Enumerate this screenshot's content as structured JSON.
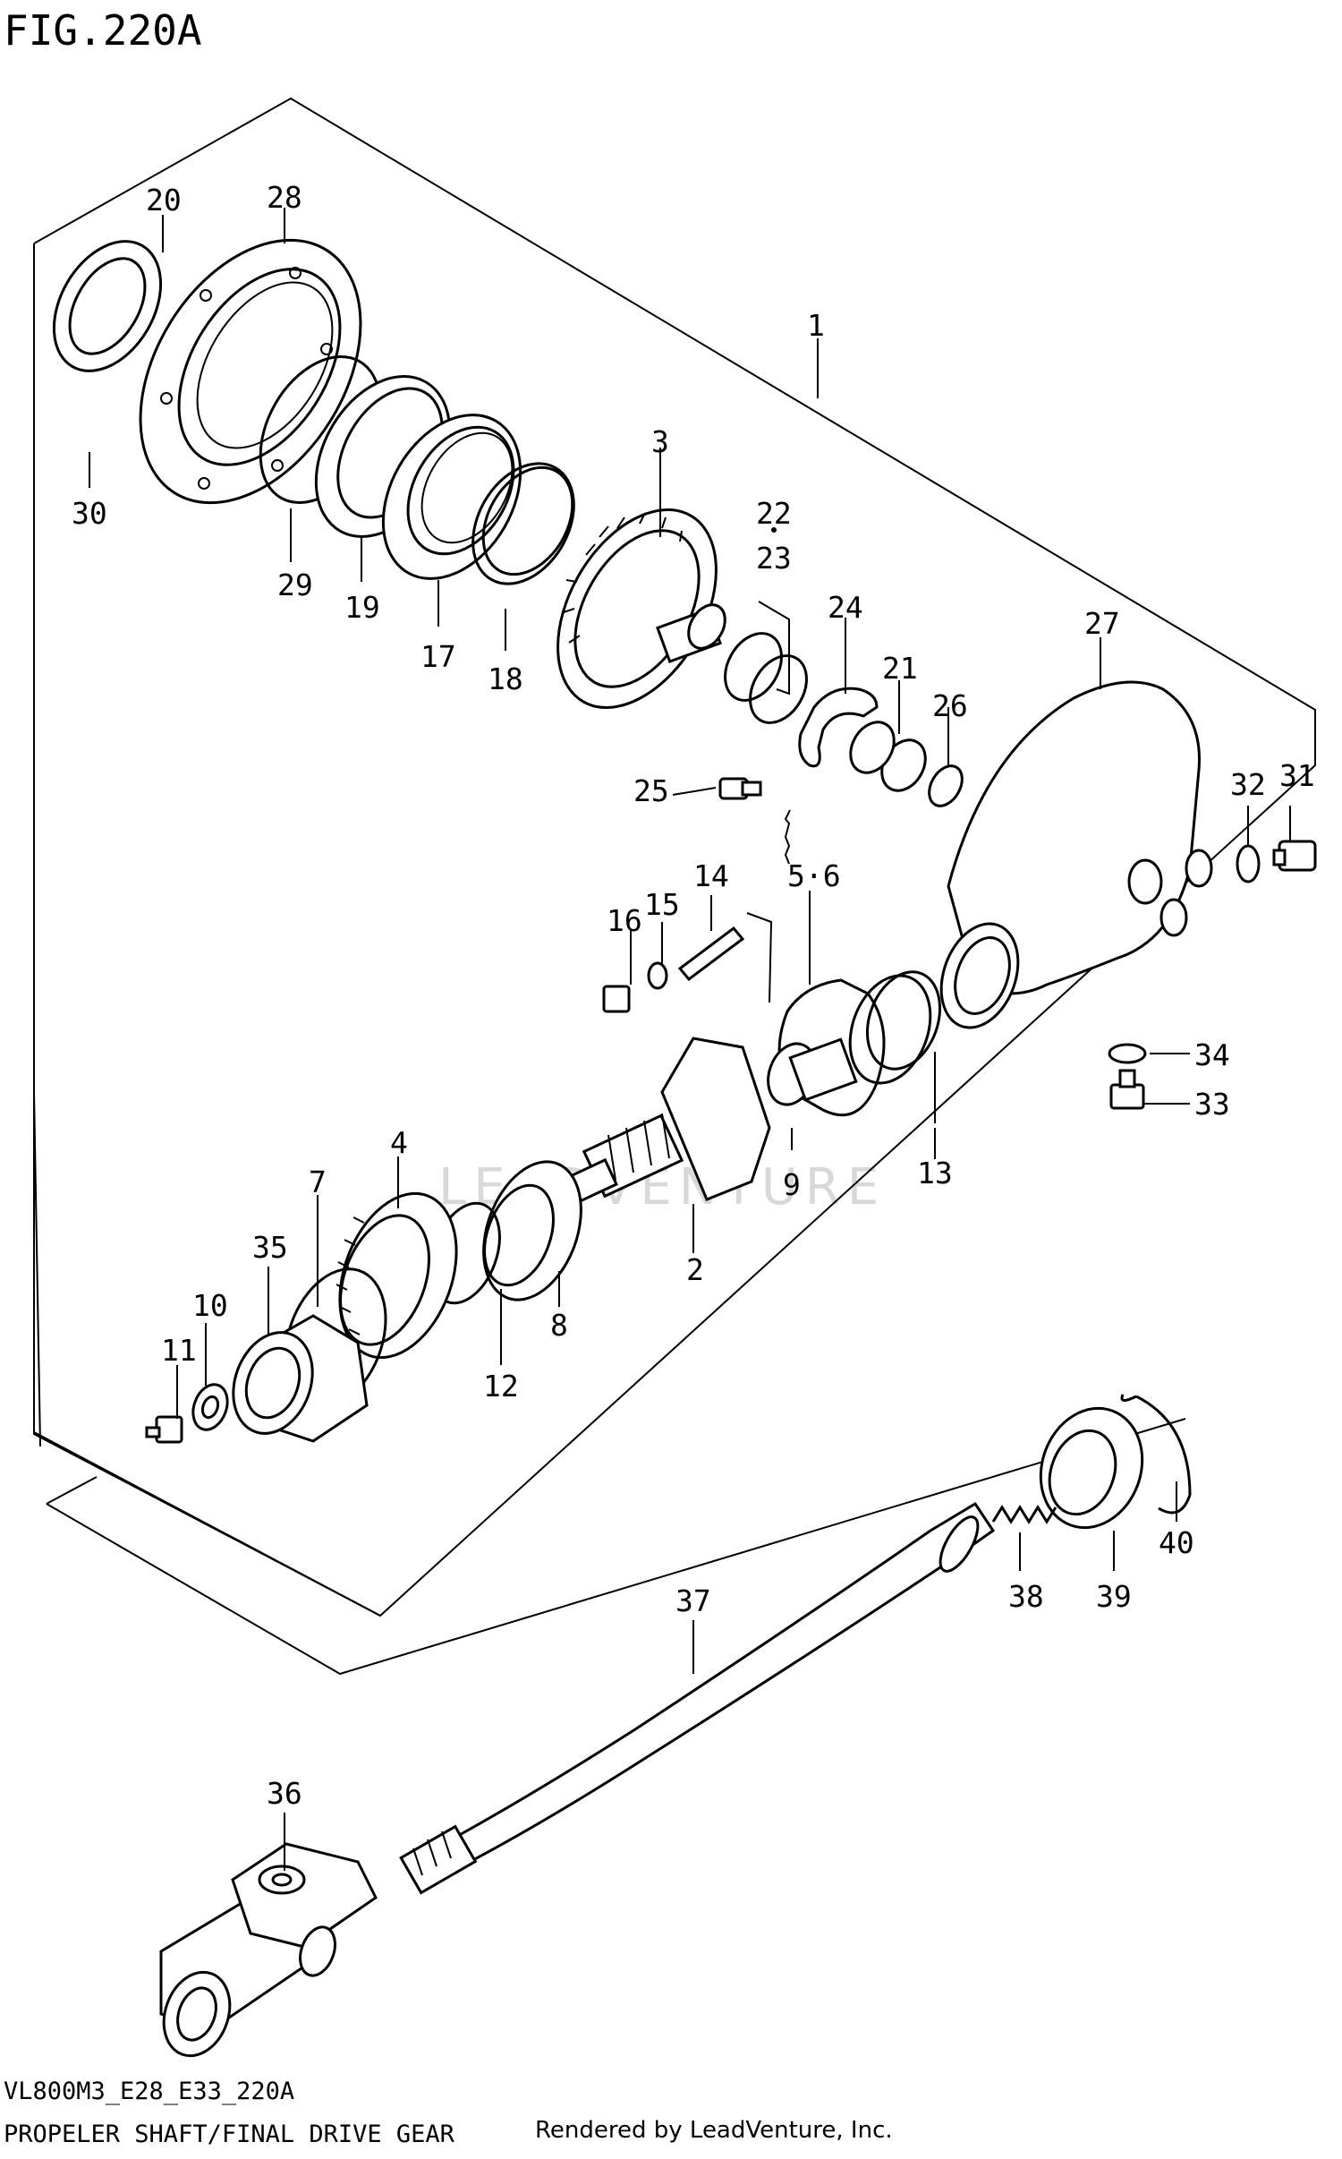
{
  "figure": {
    "title": "FIG.220A",
    "code": "VL800M3_E28_E33_220A",
    "caption": "PROPELER SHAFT/FINAL DRIVE GEAR",
    "credit": "Rendered by LeadVenture, Inc.",
    "watermark": "LEADVENTURE"
  },
  "callouts": [
    {
      "id": "c1",
      "label": "1"
    },
    {
      "id": "c2",
      "label": "2"
    },
    {
      "id": "c3",
      "label": "3"
    },
    {
      "id": "c4",
      "label": "4"
    },
    {
      "id": "c56",
      "label": "5·6"
    },
    {
      "id": "c7",
      "label": "7"
    },
    {
      "id": "c8",
      "label": "8"
    },
    {
      "id": "c9",
      "label": "9"
    },
    {
      "id": "c10",
      "label": "10"
    },
    {
      "id": "c11",
      "label": "11"
    },
    {
      "id": "c12",
      "label": "12"
    },
    {
      "id": "c13",
      "label": "13"
    },
    {
      "id": "c14",
      "label": "14"
    },
    {
      "id": "c15",
      "label": "15"
    },
    {
      "id": "c16",
      "label": "16"
    },
    {
      "id": "c17",
      "label": "17"
    },
    {
      "id": "c18",
      "label": "18"
    },
    {
      "id": "c19",
      "label": "19"
    },
    {
      "id": "c20",
      "label": "20"
    },
    {
      "id": "c21",
      "label": "21"
    },
    {
      "id": "c22",
      "label": "22"
    },
    {
      "id": "c23",
      "label": "23"
    },
    {
      "id": "c24",
      "label": "24"
    },
    {
      "id": "c25",
      "label": "25"
    },
    {
      "id": "c26",
      "label": "26"
    },
    {
      "id": "c27",
      "label": "27"
    },
    {
      "id": "c28",
      "label": "28"
    },
    {
      "id": "c29",
      "label": "29"
    },
    {
      "id": "c30",
      "label": "30"
    },
    {
      "id": "c31",
      "label": "31"
    },
    {
      "id": "c32",
      "label": "32"
    },
    {
      "id": "c33",
      "label": "33"
    },
    {
      "id": "c34",
      "label": "34"
    },
    {
      "id": "c35",
      "label": "35"
    },
    {
      "id": "c36",
      "label": "36"
    },
    {
      "id": "c37",
      "label": "37"
    },
    {
      "id": "c38",
      "label": "38"
    },
    {
      "id": "c39",
      "label": "39"
    },
    {
      "id": "c40",
      "label": "40"
    }
  ]
}
